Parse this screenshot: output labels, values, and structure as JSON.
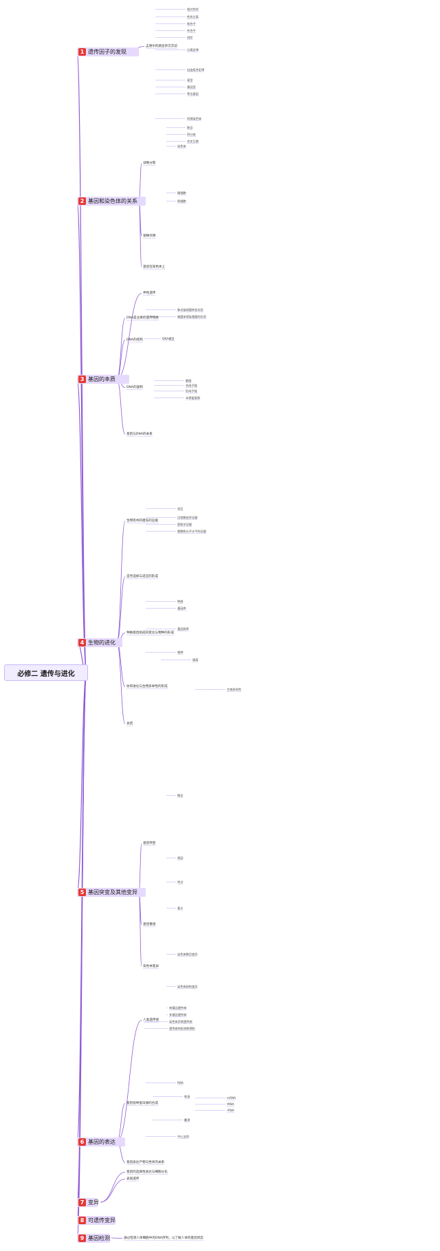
{
  "root": "必修二 遗传与进化",
  "colors": {
    "branch": "#8e5ad6",
    "badge": "#e53935",
    "topic_bg": "#e6dafc",
    "leaf_line": "#b9a3ee"
  },
  "topics": [
    {
      "num": "1",
      "label": "遗传因子的发现",
      "mid": [
        "孟德尔的豌豆杂交实验"
      ],
      "leaves": [
        "相对性状",
        "性状分离",
        "纯合子",
        "杂合子",
        "测交",
        "分离定律",
        "自由组合定律",
        "表型",
        "基因型",
        "等位基因"
      ]
    },
    {
      "num": "2",
      "label": "基因和染色体的关系",
      "mid": [
        "减数分裂",
        "受精作用",
        "基因在染色体上",
        "伴性遗传"
      ],
      "leaves": [
        "同源染色体",
        "联会",
        "四分体",
        "交叉互换",
        "染色体",
        "精细胞",
        "卵细胞"
      ]
    },
    {
      "num": "3",
      "label": "基因的本质",
      "mid": [
        "DNA是主要的遗传物质",
        "DNA的结构",
        "DNA的复制",
        "基因与DNA的关系"
      ],
      "leaves": [
        "肺炎链球菌转化实验",
        "噬菌体侵染细菌的实验",
        "DNA模型",
        "解旋",
        "合成子链",
        "形成子链",
        "半保留复制"
      ]
    },
    {
      "num": "4",
      "label": "生物的进化",
      "mid": [
        "生物有共同祖先的证据",
        "自然选择与适应的形成",
        "种群基因组成的变化与物种的形成",
        "协同进化与生物多样性的形成",
        "总结"
      ],
      "leaves": [
        "化石",
        "比较解剖学证据",
        "胚胎学证据",
        "细胞和分子水平的证据",
        "种群",
        "基因库",
        "基因频率",
        "隔离",
        "物种",
        "生物多样性"
      ]
    },
    {
      "num": "5",
      "label": "基因突变及其他变异",
      "mid": [
        "基因突变",
        "基因重组",
        "染色体变异",
        "人类遗传病"
      ],
      "leaves": [
        "概念",
        "原因",
        "特点",
        "意义",
        "染色体数目变异",
        "染色体结构变异",
        "单基因遗传病",
        "多基因遗传病",
        "染色体异常遗传病",
        "遗传病的检测和预防"
      ]
    },
    {
      "num": "6",
      "label": "基因的表达",
      "mid": [
        "基因指导蛋白质的合成",
        "基因表达产物与性状的关系",
        "基因的选择性表达与细胞分化",
        "表观遗传"
      ],
      "leaves": [
        "RNA",
        "转录",
        "翻译",
        "中心法则",
        "mRNA",
        "tRNA",
        "rRNA"
      ]
    },
    {
      "num": "7",
      "label": "变异",
      "mid": [],
      "leaves": []
    },
    {
      "num": "8",
      "label": "可遗传变异",
      "mid": [],
      "leaves": []
    },
    {
      "num": "9",
      "label": "基因检测",
      "mid": [
        "通过检测人体细胞中的DNA序列，以了解人体的基因状态"
      ],
      "leaves": []
    }
  ]
}
